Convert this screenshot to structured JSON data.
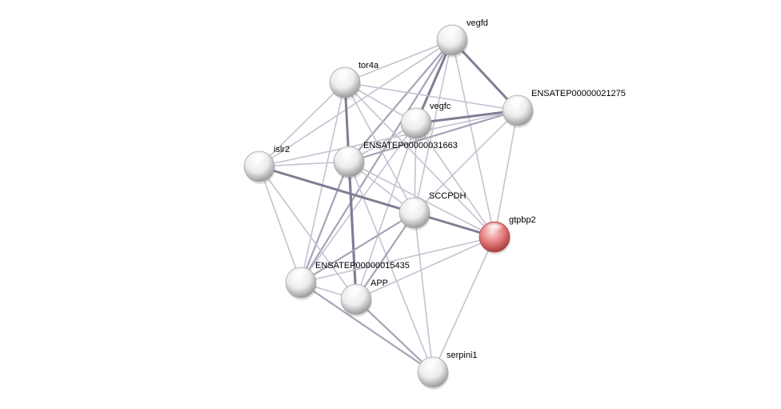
{
  "nodes": [
    {
      "id": "vegfd",
      "label": "vegfd",
      "color": "white"
    },
    {
      "id": "tor4a",
      "label": "tor4a",
      "color": "white"
    },
    {
      "id": "ENSATEP00000021275",
      "label": "ENSATEP00000021275",
      "color": "white"
    },
    {
      "id": "vegfc",
      "label": "vegfc",
      "color": "white"
    },
    {
      "id": "ENSATEP00000031663",
      "label": "ENSATEP00000031663",
      "color": "white"
    },
    {
      "id": "islr2",
      "label": "islr2",
      "color": "white"
    },
    {
      "id": "SCCPDH",
      "label": "SCCPDH",
      "color": "white"
    },
    {
      "id": "gtpbp2",
      "label": "gtpbp2",
      "color": "red"
    },
    {
      "id": "ENSATEP00000015435",
      "label": "ENSATEP00000015435",
      "color": "white"
    },
    {
      "id": "APP",
      "label": "APP",
      "color": "white"
    },
    {
      "id": "serpini1",
      "label": "serpini1",
      "color": "white"
    }
  ],
  "edges": [
    {
      "source": "vegfd",
      "target": "tor4a",
      "strength": "weak"
    },
    {
      "source": "vegfd",
      "target": "ENSATEP00000021275",
      "strength": "strong"
    },
    {
      "source": "vegfd",
      "target": "vegfc",
      "strength": "strong"
    },
    {
      "source": "vegfd",
      "target": "ENSATEP00000031663",
      "strength": "medium"
    },
    {
      "source": "vegfd",
      "target": "islr2",
      "strength": "weak"
    },
    {
      "source": "vegfd",
      "target": "SCCPDH",
      "strength": "weak"
    },
    {
      "source": "vegfd",
      "target": "gtpbp2",
      "strength": "weak"
    },
    {
      "source": "vegfd",
      "target": "ENSATEP00000015435",
      "strength": "medium"
    },
    {
      "source": "tor4a",
      "target": "ENSATEP00000021275",
      "strength": "weak"
    },
    {
      "source": "tor4a",
      "target": "vegfc",
      "strength": "weak"
    },
    {
      "source": "tor4a",
      "target": "ENSATEP00000031663",
      "strength": "weak"
    },
    {
      "source": "tor4a",
      "target": "islr2",
      "strength": "weak"
    },
    {
      "source": "tor4a",
      "target": "SCCPDH",
      "strength": "weak"
    },
    {
      "source": "tor4a",
      "target": "APP",
      "strength": "strong"
    },
    {
      "source": "tor4a",
      "target": "ENSATEP00000015435",
      "strength": "weak"
    },
    {
      "source": "tor4a",
      "target": "gtpbp2",
      "strength": "weak"
    },
    {
      "source": "ENSATEP00000021275",
      "target": "vegfc",
      "strength": "strong"
    },
    {
      "source": "ENSATEP00000021275",
      "target": "ENSATEP00000031663",
      "strength": "medium"
    },
    {
      "source": "ENSATEP00000021275",
      "target": "islr2",
      "strength": "weak"
    },
    {
      "source": "ENSATEP00000021275",
      "target": "SCCPDH",
      "strength": "weak"
    },
    {
      "source": "ENSATEP00000021275",
      "target": "gtpbp2",
      "strength": "weak"
    },
    {
      "source": "vegfc",
      "target": "ENSATEP00000031663",
      "strength": "weak"
    },
    {
      "source": "vegfc",
      "target": "SCCPDH",
      "strength": "weak"
    },
    {
      "source": "vegfc",
      "target": "gtpbp2",
      "strength": "weak"
    },
    {
      "source": "vegfc",
      "target": "APP",
      "strength": "weak"
    },
    {
      "source": "vegfc",
      "target": "ENSATEP00000015435",
      "strength": "weak"
    },
    {
      "source": "ENSATEP00000031663",
      "target": "islr2",
      "strength": "weak"
    },
    {
      "source": "ENSATEP00000031663",
      "target": "SCCPDH",
      "strength": "weak"
    },
    {
      "source": "ENSATEP00000031663",
      "target": "gtpbp2",
      "strength": "weak"
    },
    {
      "source": "ENSATEP00000031663",
      "target": "APP",
      "strength": "strong"
    },
    {
      "source": "ENSATEP00000031663",
      "target": "ENSATEP00000015435",
      "strength": "medium"
    },
    {
      "source": "ENSATEP00000031663",
      "target": "serpini1",
      "strength": "weak"
    },
    {
      "source": "islr2",
      "target": "SCCPDH",
      "strength": "strong"
    },
    {
      "source": "islr2",
      "target": "ENSATEP00000015435",
      "strength": "weak"
    },
    {
      "source": "islr2",
      "target": "APP",
      "strength": "weak"
    },
    {
      "source": "SCCPDH",
      "target": "gtpbp2",
      "strength": "strong"
    },
    {
      "source": "SCCPDH",
      "target": "ENSATEP00000015435",
      "strength": "medium"
    },
    {
      "source": "SCCPDH",
      "target": "APP",
      "strength": "medium"
    },
    {
      "source": "SCCPDH",
      "target": "serpini1",
      "strength": "weak"
    },
    {
      "source": "gtpbp2",
      "target": "ENSATEP00000015435",
      "strength": "weak"
    },
    {
      "source": "gtpbp2",
      "target": "APP",
      "strength": "weak"
    },
    {
      "source": "gtpbp2",
      "target": "serpini1",
      "strength": "weak"
    },
    {
      "source": "ENSATEP00000015435",
      "target": "APP",
      "strength": "weak"
    },
    {
      "source": "ENSATEP00000015435",
      "target": "serpini1",
      "strength": "medium"
    },
    {
      "source": "APP",
      "target": "serpini1",
      "strength": "medium"
    }
  ],
  "colors": {
    "edge_weak": "#c3c3d2",
    "edge_medium": "#a4a4b8",
    "edge_strong": "#7e7e94",
    "node_white_light": "#ffffff",
    "node_white_mid": "#e6e6e6",
    "node_white_dark": "#9a9a9a",
    "node_red_light": "#fbd3d3",
    "node_red_mid": "#e27a7a",
    "node_red_dark": "#a83c3c"
  }
}
